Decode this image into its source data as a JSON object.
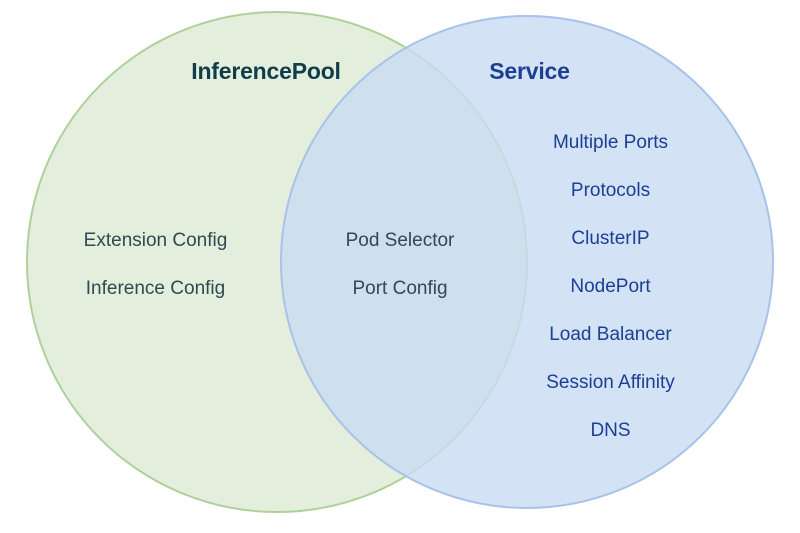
{
  "diagram": {
    "type": "venn",
    "background_color": "#ffffff",
    "left_set": {
      "title": "InferencePool",
      "title_color": "#0f3d4a",
      "fill_color": "#e4eedd",
      "stroke_color": "#aed19b",
      "item_color": "#2e4a52",
      "items": [
        {
          "label": "Extension Config"
        },
        {
          "label": "Inference Config"
        }
      ]
    },
    "right_set": {
      "title": "Service",
      "title_color": "#1c3f94",
      "fill_color": "#d6e2f4",
      "stroke_color": "#a8c2ea",
      "item_color": "#1c3f94",
      "items": [
        {
          "label": "Multiple Ports"
        },
        {
          "label": "Protocols"
        },
        {
          "label": "ClusterIP"
        },
        {
          "label": "NodePort"
        },
        {
          "label": "Load Balancer"
        },
        {
          "label": "Session Affinity"
        },
        {
          "label": "DNS"
        }
      ]
    },
    "intersection": {
      "fill_color": "#d6e3dc",
      "item_color": "#2e4a52",
      "items": [
        {
          "label": "Pod Selector"
        },
        {
          "label": "Port Config"
        }
      ]
    }
  }
}
